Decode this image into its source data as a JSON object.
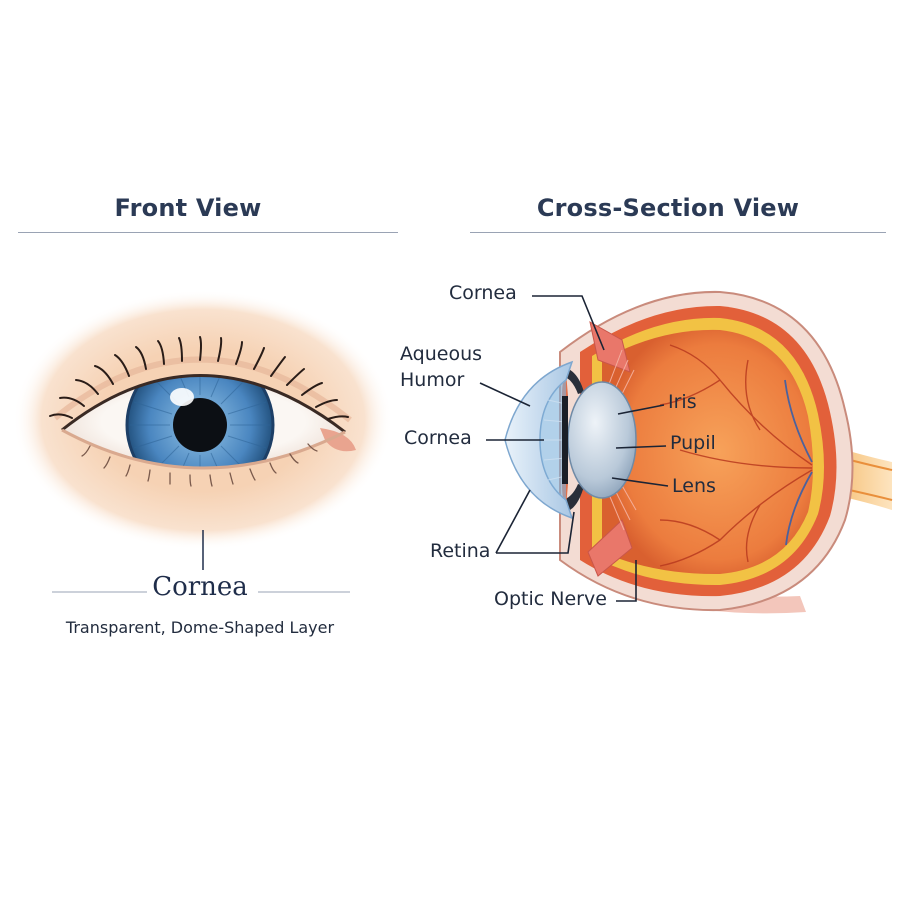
{
  "headings": {
    "front": "Front View",
    "cross": "Cross-Section View"
  },
  "front_caption": {
    "title": "Cornea",
    "subtitle": "Transparent, Dome-Shaped Layer"
  },
  "cross_labels": {
    "cornea_top": "Cornea",
    "aqueous_line1": "Aqueous",
    "aqueous_line2": "Humor",
    "cornea_left": "Cornea",
    "retina": "Retina",
    "iris": "Iris",
    "pupil": "Pupil",
    "lens": "Lens",
    "optic_nerve": "Optic Nerve"
  },
  "colors": {
    "heading": "#2b3a55",
    "iris_blue": "#4a86c0",
    "sclera": "#f6f2ee",
    "skin": "#f4cfae",
    "choroid": "#e2603a",
    "retina_yellow": "#f2c244",
    "vitreous": "#f08a4a"
  }
}
